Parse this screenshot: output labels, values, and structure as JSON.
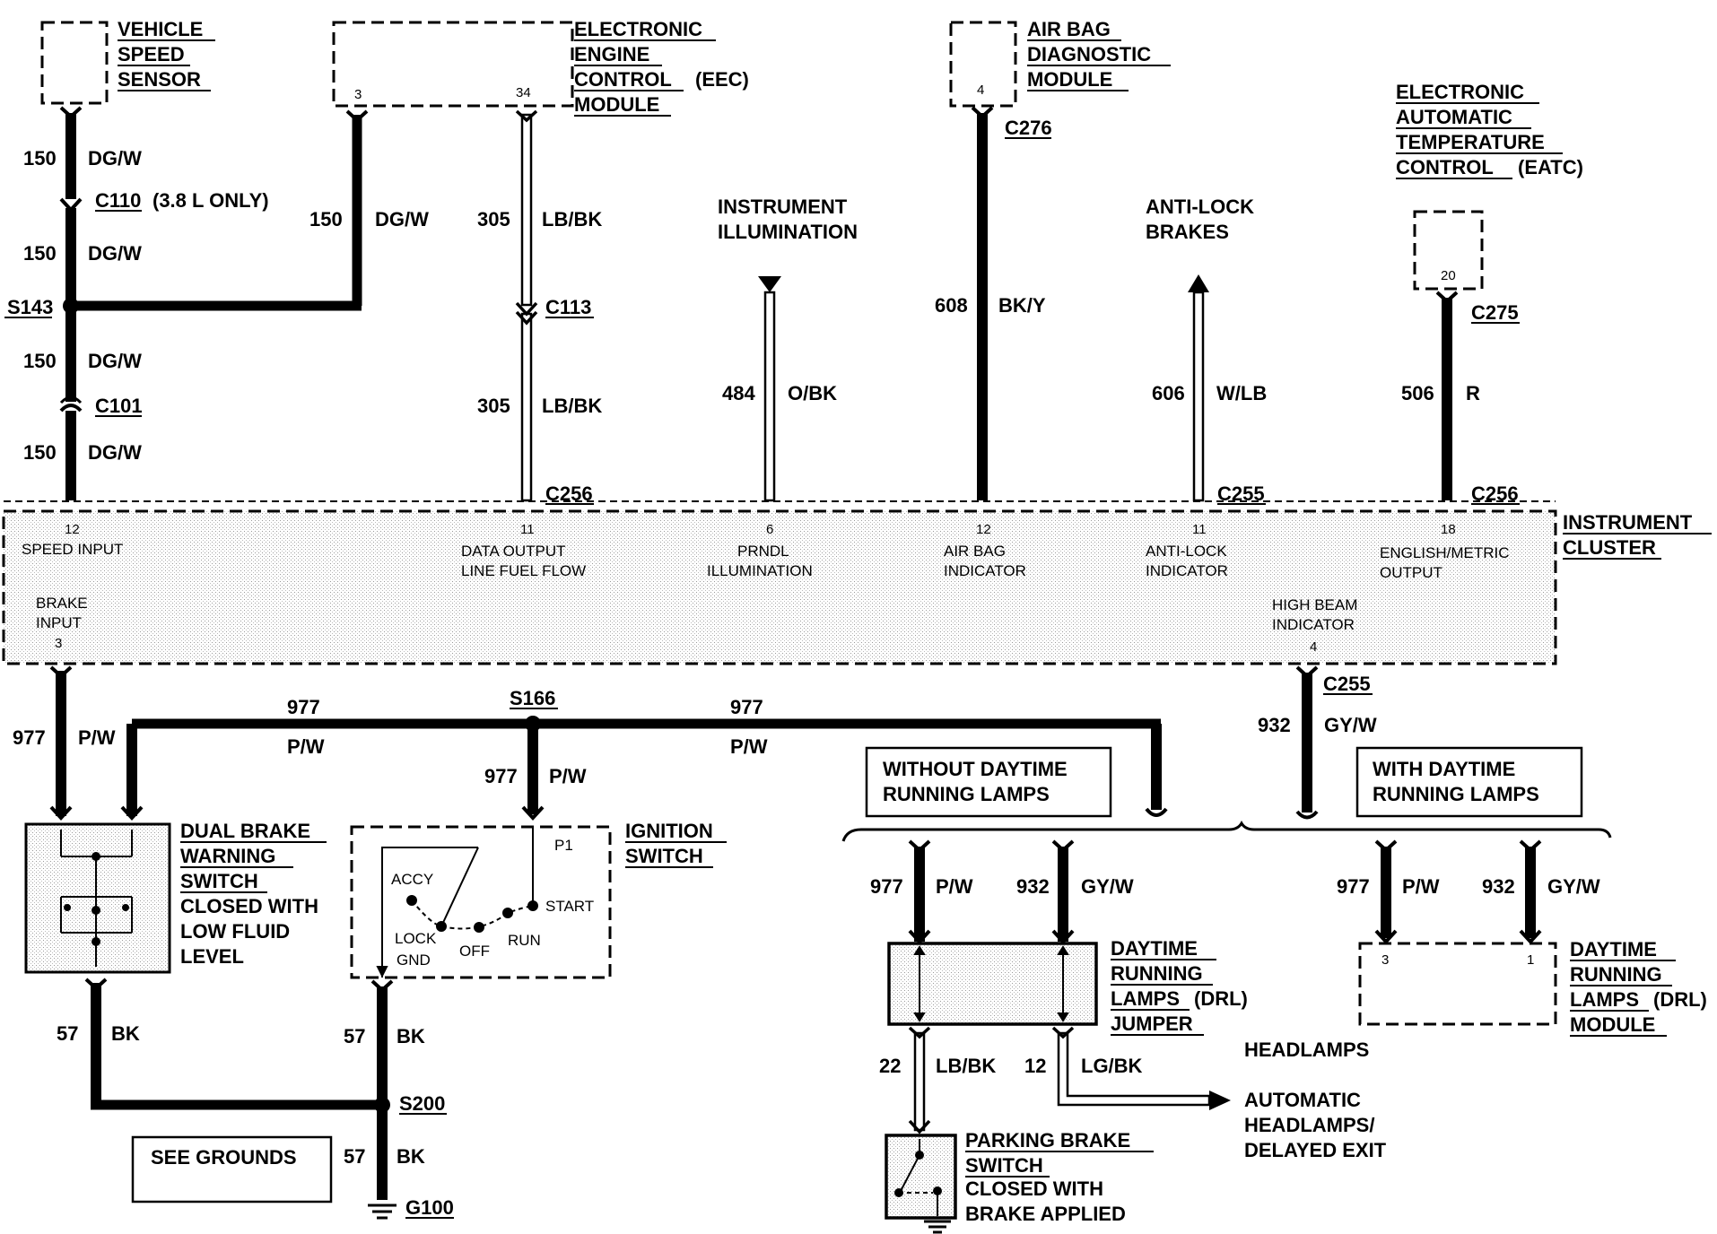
{
  "components": {
    "vss": {
      "lines": [
        "VEHICLE",
        "SPEED",
        "SENSOR"
      ]
    },
    "eec": {
      "lines": [
        "ELECTRONIC",
        "ENGINE",
        "CONTROL",
        "MODULE"
      ],
      "suffix": "(EEC)",
      "pins": [
        "3",
        "34"
      ]
    },
    "airbag": {
      "lines": [
        "AIR BAG",
        "DIAGNOSTIC",
        "MODULE"
      ],
      "pin": "4"
    },
    "eatc": {
      "lines": [
        "ELECTRONIC",
        "AUTOMATIC",
        "TEMPERATURE",
        "CONTROL"
      ],
      "suffix": "(EATC)",
      "pin": "20"
    },
    "instr_illum": {
      "lines": [
        "INSTRUMENT",
        "ILLUMINATION"
      ]
    },
    "antilock": {
      "lines": [
        "ANTI-LOCK",
        "BRAKES"
      ]
    },
    "cluster": {
      "lines": [
        "INSTRUMENT",
        "CLUSTER"
      ],
      "pins": [
        {
          "num": "12",
          "lines": [
            "SPEED INPUT"
          ]
        },
        {
          "num": "11",
          "lines": [
            "DATA OUTPUT",
            "LINE FUEL FLOW"
          ]
        },
        {
          "num": "6",
          "lines": [
            "PRNDL",
            "ILLUMINATION"
          ]
        },
        {
          "num": "12",
          "lines": [
            "AIR BAG",
            "INDICATOR"
          ]
        },
        {
          "num": "11",
          "lines": [
            "ANTI-LOCK",
            "INDICATOR"
          ]
        },
        {
          "num": "18",
          "lines": [
            "ENGLISH/METRIC",
            "OUTPUT"
          ]
        },
        {
          "num": "3",
          "lines": [
            "BRAKE",
            "INPUT"
          ]
        },
        {
          "num": "4",
          "lines": [
            "HIGH BEAM",
            "INDICATOR"
          ]
        }
      ]
    },
    "dual_brake": {
      "title": [
        "DUAL BRAKE",
        "WARNING",
        "SWITCH"
      ],
      "desc": [
        "CLOSED WITH",
        "LOW FLUID",
        "LEVEL"
      ]
    },
    "ignition": {
      "title": [
        "IGNITION",
        "SWITCH"
      ],
      "positions": {
        "accy": "ACCY",
        "lock": "LOCK",
        "gnd": "GND",
        "off": "OFF",
        "run": "RUN",
        "start": "START",
        "p1": "P1"
      }
    },
    "drl_jumper": {
      "title": [
        "DAYTIME",
        "RUNNING",
        "LAMPS",
        "JUMPER"
      ],
      "suffix": "(DRL)"
    },
    "drl_module": {
      "title": [
        "DAYTIME",
        "RUNNING",
        "LAMPS",
        "MODULE"
      ],
      "suffix": "(DRL)",
      "pins": [
        "3",
        "1"
      ]
    },
    "parking_brake": {
      "title": [
        "PARKING BRAKE",
        "SWITCH"
      ],
      "desc": [
        "CLOSED WITH",
        "BRAKE APPLIED"
      ]
    }
  },
  "boxes": {
    "without_drl": [
      "WITHOUT DAYTIME",
      "RUNNING LAMPS"
    ],
    "with_drl": [
      "WITH DAYTIME",
      "RUNNING LAMPS"
    ],
    "see_grounds": "SEE GROUNDS"
  },
  "connectors": {
    "c110": "C110",
    "c110_note": "(3.8 L ONLY)",
    "c101": "C101",
    "c113": "C113",
    "c256_a": "C256",
    "c276": "C276",
    "c255_a": "C255",
    "c275": "C275",
    "c256_b": "C256",
    "c255_b": "C255"
  },
  "splices": {
    "s143": "S143",
    "s166": "S166",
    "s200": "S200"
  },
  "grounds": {
    "g100": "G100"
  },
  "headlamps": {
    "label": "HEADLAMPS",
    "auto": [
      "AUTOMATIC",
      "HEADLAMPS/",
      "DELAYED EXIT"
    ]
  },
  "wires": {
    "w150": "150",
    "dgw": "DG/W",
    "w305": "305",
    "lbbk": "LB/BK",
    "w484": "484",
    "obk": "O/BK",
    "w608": "608",
    "bky": "BK/Y",
    "w606": "606",
    "wlb": "W/LB",
    "w506": "506",
    "r": "R",
    "w977": "977",
    "pw": "P/W",
    "w932": "932",
    "gyw": "GY/W",
    "w57": "57",
    "bk": "BK",
    "w22": "22",
    "w12": "12",
    "lgbk": "LG/BK"
  }
}
